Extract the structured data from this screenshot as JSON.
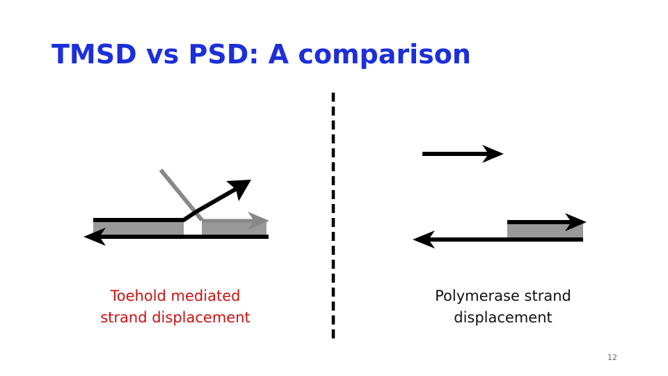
{
  "slide": {
    "title": "TMSD vs PSD: A comparison",
    "captions": {
      "left": [
        "Toehold mediated",
        "strand displacement"
      ],
      "right": [
        "Polymerase strand",
        "displacement"
      ]
    },
    "slide_number": "12"
  },
  "colors": {
    "title": "#1c2fd9",
    "caption_left": "#cc1111",
    "caption_right": "#111111",
    "strand": "#000000",
    "duplex_fill": "#999999",
    "invader": "#888888",
    "divider": "#000000",
    "slide_number": "#666666"
  }
}
